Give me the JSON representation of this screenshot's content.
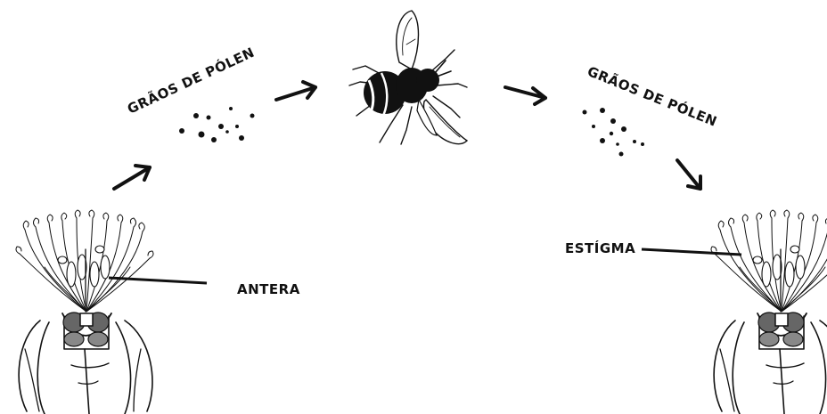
{
  "labels": {
    "pollen_left": "GRÃOS DE PÓLEN",
    "pollen_right": "GRÃOS DE PÓLEN",
    "anther": "ANTERA",
    "stigma": "ESTÍGMA"
  },
  "icons": {
    "flower_left": "flower-icon",
    "flower_right": "flower-icon",
    "bee": "bumblebee-icon",
    "pollen": "pollen-dots-icon",
    "arrow": "arrow-icon"
  },
  "colors": {
    "ink": "#111111",
    "background": "#ffffff"
  }
}
